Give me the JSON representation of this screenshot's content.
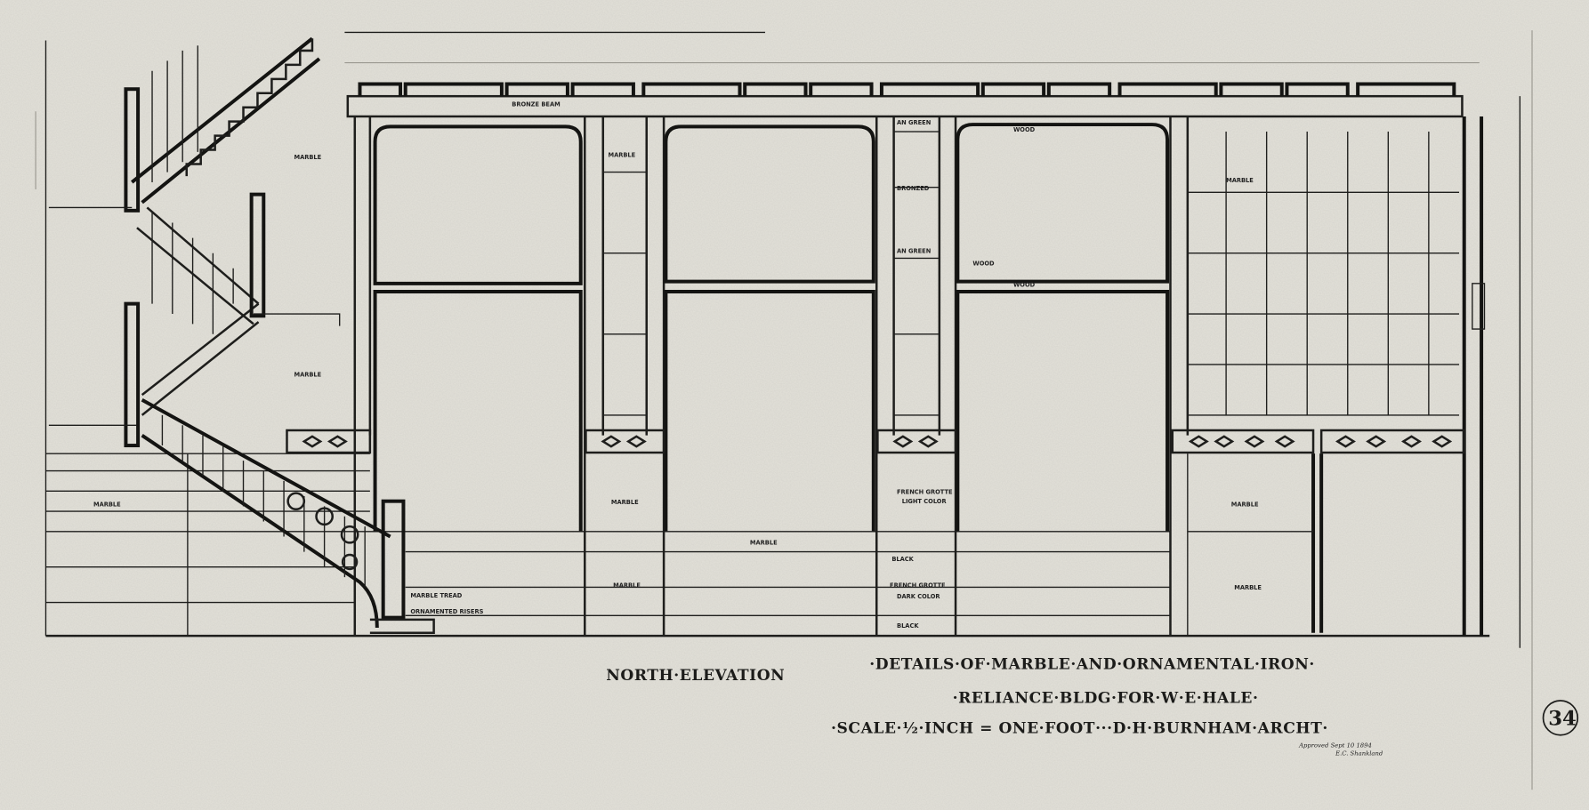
{
  "drawing": {
    "view": "NORTH·ELEVATION",
    "title_line1": "·DETAILS·OF·MARBLE·AND·ORNAMENTAL·IRON·",
    "title_line2": "·RELIANCE·BLDG·FOR·W·E·HALE·",
    "title_line3": "·SCALE·½·INCH = ONE·FOOT···D·H·BURNHAM·ARCHT·",
    "approval_line1": "Approved Sept 10 1894",
    "approval_line2": "E.C. Shankland",
    "sheet_number": "34"
  },
  "labels": {
    "bronze_beam": "BRONZE BEAM",
    "marble": "MARBLE",
    "wood": "WOOD",
    "green": "AN GREEN",
    "bronze": "BRONZED",
    "black": "BLACK",
    "french_light_1": "FRENCH GROTTE",
    "french_light_2": "LIGHT COLOR",
    "french_dark_1": "FRENCH GROTTE",
    "french_dark_2": "DARK COLOR",
    "tread_1": "MARBLE TREAD",
    "tread_2": "ORNAMENTED RISERS"
  }
}
